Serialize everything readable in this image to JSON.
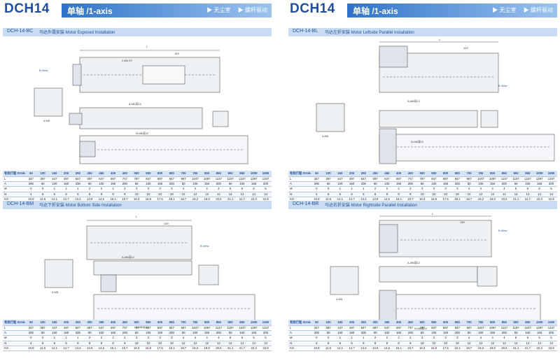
{
  "colors": {
    "brand": "#1f4e9c",
    "header_gradient_start": "#2f73c9",
    "header_gradient_end": "#9cc3ee",
    "section_band": "#c9dcf1",
    "table_header": "#d6e4f4"
  },
  "pages": [
    {
      "model": "DCH14",
      "axis": "单轴 /1-axis",
      "tags": [
        "▶ 无尘室",
        "▶ 螺杆驱动"
      ],
      "sections": [
        {
          "code": "DCH-14-BC",
          "name": "马达外露安装  Motor Exposed Installation",
          "drawing_labels": [
            "L",
            "149",
            "2-Ø6 H7",
            "B View",
            "A-M6深12",
            "N-M6深12",
            "4-M5"
          ]
        },
        {
          "code": "DCH-14-BM",
          "name": "马达下折安装  Motor Bottom Side Installation",
          "drawing_labels": [
            "L",
            "149",
            "B View",
            "A-M6深12",
            "N-M6深12",
            "4-M5"
          ]
        }
      ]
    },
    {
      "model": "DCH14",
      "axis": "单轴 /1-axis",
      "tags": [
        "▶ 无尘室",
        "▶ 螺杆驱动"
      ],
      "sections": [
        {
          "code": "DCH-14-BL",
          "name": "马达左折安装  Motor Leftside Parallel Installation",
          "drawing_labels": [
            "L",
            "149",
            "B View",
            "A-M6深12",
            "N-M6深12",
            "4-M5"
          ]
        },
        {
          "code": "DCH-14-BR",
          "name": "马达右折安装  Motor Rightside Parallel Installation",
          "drawing_labels": [
            "L",
            "149",
            "B View",
            "A-M6深12",
            "N-M6深12",
            "4-M5"
          ]
        }
      ]
    }
  ],
  "spec_table": {
    "header_label": "有效行程 Stroke",
    "strokes": [
      "50",
      "100",
      "150",
      "200",
      "250",
      "300",
      "350",
      "400",
      "450",
      "500",
      "550",
      "600",
      "650",
      "700",
      "750",
      "800",
      "850",
      "900",
      "950",
      "1000",
      "1050"
    ],
    "rows": [
      {
        "label": "L",
        "values": [
          "347",
          "397",
          "447",
          "497",
          "547",
          "597",
          "647",
          "697",
          "747",
          "797",
          "847",
          "897",
          "947",
          "997",
          "1047",
          "1097",
          "1147",
          "1197",
          "1247",
          "1297",
          "1347"
        ]
      },
      {
        "label": "A",
        "values": [
          "200",
          "50",
          "100",
          "150",
          "200",
          "50",
          "100",
          "150",
          "200",
          "50",
          "100",
          "150",
          "200",
          "50",
          "100",
          "150",
          "200",
          "50",
          "100",
          "150",
          "200"
        ]
      },
      {
        "label": "M",
        "values": [
          "0",
          "0",
          "1",
          "1",
          "1",
          "2",
          "2",
          "2",
          "2",
          "3",
          "3",
          "3",
          "3",
          "4",
          "4",
          "4",
          "4",
          "5",
          "5",
          "5",
          "5"
        ]
      },
      {
        "label": "N",
        "values": [
          "4",
          "6",
          "6",
          "6",
          "6",
          "8",
          "8",
          "8",
          "8",
          "10",
          "10",
          "10",
          "10",
          "12",
          "12",
          "12",
          "12",
          "14",
          "14",
          "14",
          "14"
        ]
      },
      {
        "label": "KG",
        "values": [
          "10,9",
          "11,5",
          "12,1",
          "12,7",
          "13,3",
          "13,9",
          "14,5",
          "15,1",
          "15,7",
          "16,3",
          "16,9",
          "17,5",
          "18,1",
          "18,7",
          "19,3",
          "19,9",
          "20,5",
          "21,1",
          "21,7",
          "22,3",
          "22,9"
        ]
      }
    ]
  }
}
